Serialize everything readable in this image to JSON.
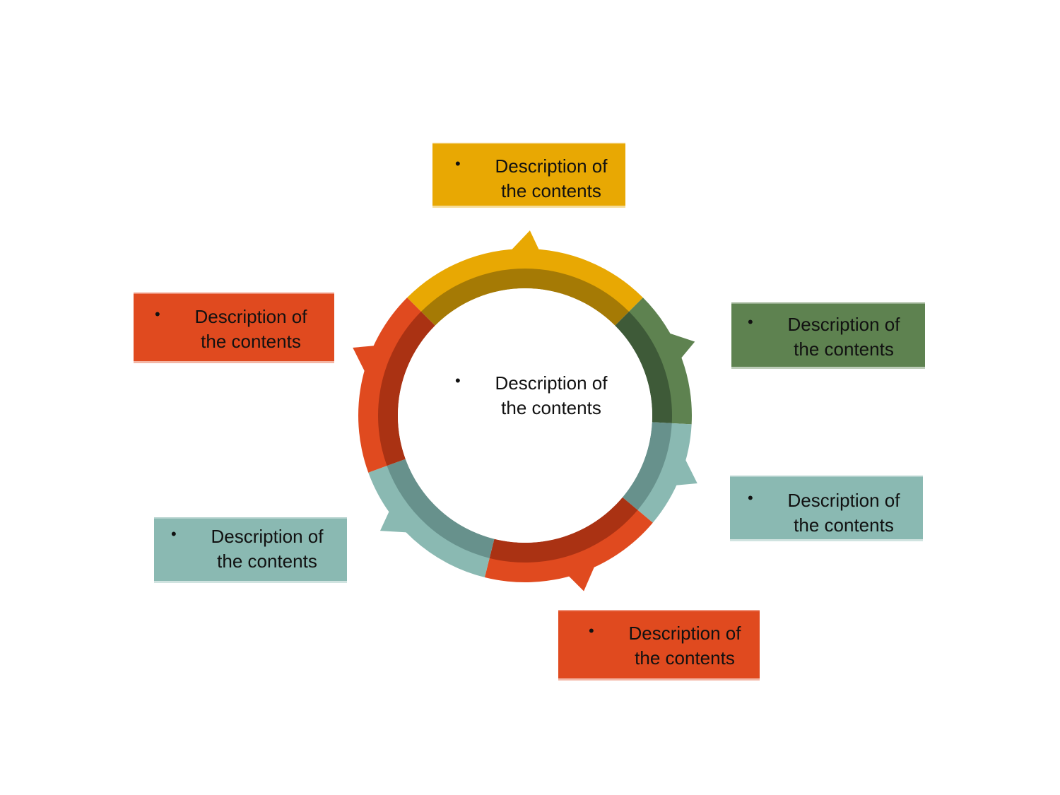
{
  "colors": {
    "yellow": "#E8A803",
    "yellow_dark": "#A57A05",
    "green": "#5E8250",
    "green_dark": "#3E5A38",
    "teal": "#8AB9B2",
    "teal_dark": "#67918C",
    "orange": "#E04A1F",
    "orange_dark": "#AA3213",
    "background": "#FFFFFF"
  },
  "center": {
    "bullet": "•",
    "text": "Description of the contents"
  },
  "boxes": [
    {
      "id": "top",
      "color": "yellow",
      "bullet": "•",
      "text": "Description of the contents"
    },
    {
      "id": "right-top",
      "color": "green",
      "bullet": "•",
      "text": "Description of the contents"
    },
    {
      "id": "right-bottom",
      "color": "teal",
      "bullet": "•",
      "text": "Description of the contents"
    },
    {
      "id": "bottom",
      "color": "orange",
      "bullet": "•",
      "text": "Description of the contents"
    },
    {
      "id": "left-bottom",
      "color": "teal",
      "bullet": "•",
      "text": "Description of the contents"
    },
    {
      "id": "left-top",
      "color": "orange",
      "bullet": "•",
      "text": "Description of the contents"
    }
  ]
}
